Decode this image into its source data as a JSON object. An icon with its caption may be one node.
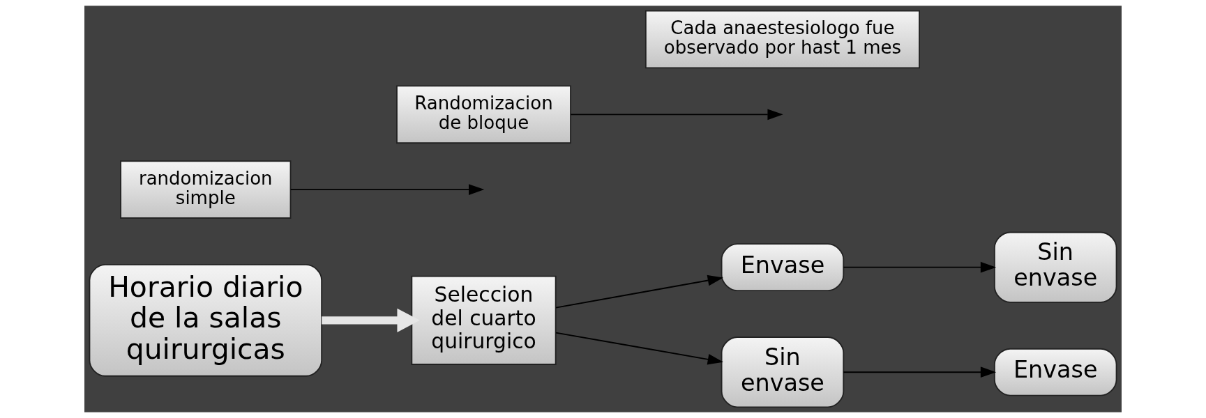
{
  "diagram": {
    "nodes": [
      {
        "text": [
          "Horario diario de la salas quirurgicas"
        ]
      },
      {
        "text": [
          "randomizacion simple"
        ]
      },
      {
        "text": [
          "Seleccion del cuarto quirurgico"
        ]
      },
      {
        "text": [
          "Randomizacion de bloque"
        ]
      },
      {
        "text": [
          "Cada anaestesiologo fue observado por hast 1 mes"
        ]
      },
      {
        "text": [
          "Envase"
        ]
      },
      {
        "text": [
          "Sin envase"
        ]
      },
      {
        "text": [
          "Sin envase"
        ]
      },
      {
        "text": [
          "Envase"
        ]
      }
    ],
    "edges": [
      {
        "from": 0,
        "to": 2,
        "arrow": "to",
        "style": "thick",
        "color": "#e6e6e6"
      },
      {
        "from": 1,
        "to": null,
        "arrow": "to"
      },
      {
        "from": 2,
        "to": 5,
        "arrow": "to"
      },
      {
        "from": 2,
        "to": 7,
        "arrow": "to"
      },
      {
        "from": 3,
        "to": null,
        "arrow": "to"
      },
      {
        "from": 5,
        "to": 6,
        "arrow": "to"
      },
      {
        "from": 7,
        "to": 8,
        "arrow": "to"
      }
    ]
  }
}
